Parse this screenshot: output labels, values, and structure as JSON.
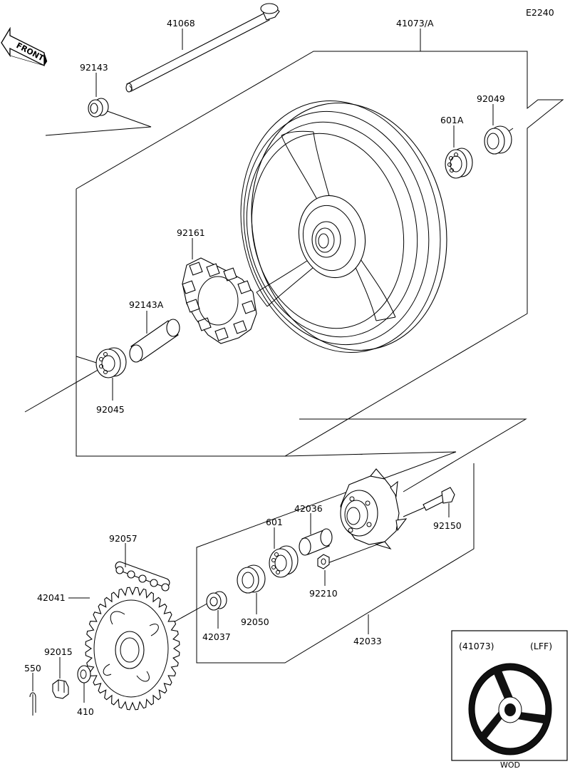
{
  "diagram_code": "E2240",
  "front_label": "FRONT",
  "parts": {
    "axle": "41068",
    "wheel": "41073/A",
    "collar_left": "92143",
    "oil_seal_right": "92049",
    "bearing_right": "601A",
    "damper": "92161",
    "spacer": "92143A",
    "bearing_left": "92045",
    "chain": "92057",
    "sprocket": "42041",
    "nut": "92015",
    "cotter_pin": "550",
    "washer": "410",
    "collar_coupling": "42037",
    "oil_seal_coupling": "92050",
    "bearing_coupling": "601",
    "sleeve": "42036",
    "coupling_nut": "92210",
    "coupling": "42033",
    "stud": "92150"
  },
  "inset": {
    "ref": "(41073)",
    "option": "(LFF)",
    "footer": "WOD"
  }
}
